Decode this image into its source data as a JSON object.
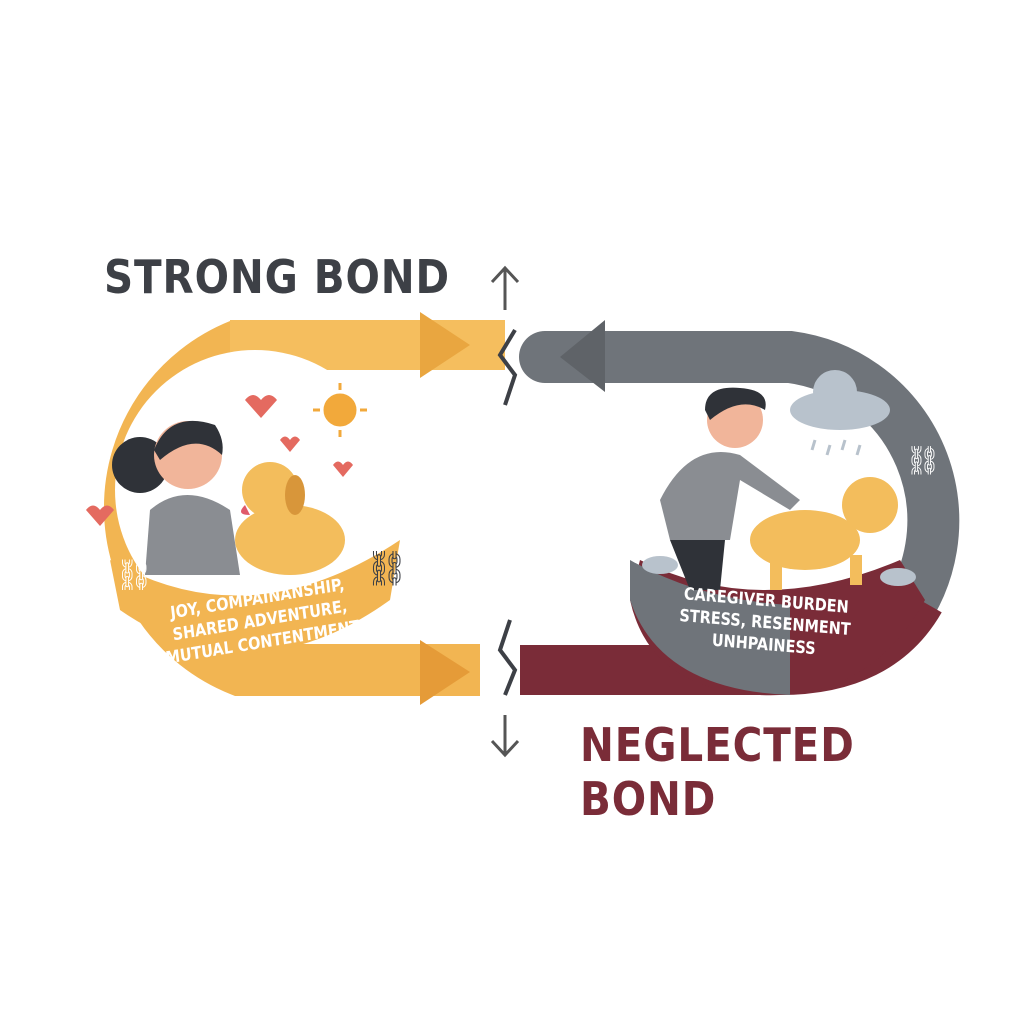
{
  "strong": {
    "title": "STRONG BOND",
    "lines": [
      "JOY, COMPAINANSHIP,",
      "SHARED ADVENTURE,",
      "MUTUAL CONTENTMENT"
    ],
    "color": "#F2B552"
  },
  "neglected": {
    "title": "NEGLECTED BOND",
    "lines": [
      "CAREGIVER BURDEN",
      "STRESS, RESENMENT",
      "UNHPAINESS"
    ],
    "gray": "#6f747a",
    "maroon": "#7a2c38"
  }
}
